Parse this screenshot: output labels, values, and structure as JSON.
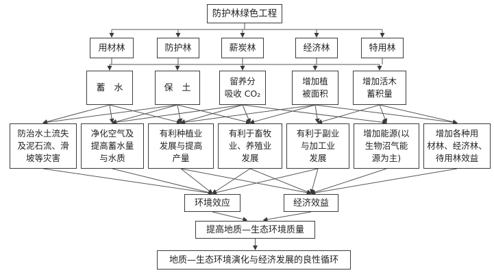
{
  "title": "防护林绿色工程",
  "forest_types": [
    "用材林",
    "防护林",
    "薪炭林",
    "经济林",
    "特用林"
  ],
  "functions": [
    "蓄　水",
    "保　土",
    "留养分\n吸收 CO₂",
    "增加植\n被面积",
    "增加活木\n蓄积量"
  ],
  "benefits": [
    "防治水土流失\n及泥石流、滑\n坡等灾害",
    "净化空气及\n提高蓄水量\n与水质",
    "有利种植业\n发展与提高\n产量",
    "有利于畜牧\n业、养殖业\n发展",
    "有利于副业\n与加工业\n发展",
    "增加能源(以\n生物沼气能\n源为主)",
    "增加各种用\n材林、经济林、\n待用林效益"
  ],
  "effects": [
    "环境效应",
    "经济效益"
  ],
  "quality": "提高地质—生态环境质量",
  "cycle": "地质—生态环境演化与经济发展的良性循环"
}
